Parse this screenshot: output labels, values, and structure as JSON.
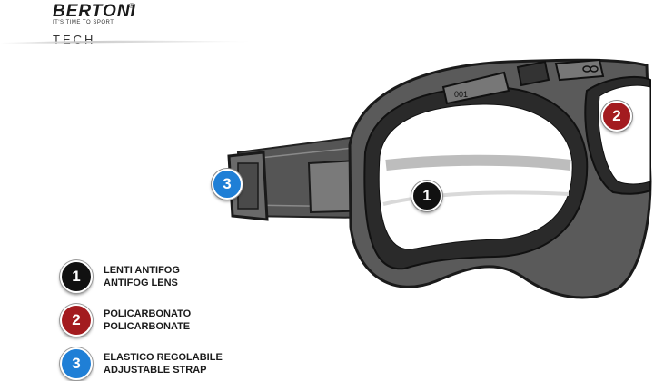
{
  "brand": {
    "name": "BERTONI",
    "reg": "®",
    "tagline": "IT'S TIME TO SPORT",
    "sub": "TECH"
  },
  "illustration": {
    "frame_text": "001"
  },
  "callouts": [
    {
      "number": "1",
      "color": "#111111"
    },
    {
      "number": "2",
      "color": "#a31b1f"
    },
    {
      "number": "3",
      "color": "#1f7fd6"
    }
  ],
  "legend": [
    {
      "number": "1",
      "color": "#111111",
      "line1": "LENTI ANTIFOG",
      "line2": "ANTIFOG LENS"
    },
    {
      "number": "2",
      "color": "#a31b1f",
      "line1": "POLICARBONATO",
      "line2": "POLICARBONATE"
    },
    {
      "number": "3",
      "color": "#1f7fd6",
      "line1": "ELASTICO REGOLABILE",
      "line2": "ADJUSTABLE STRAP"
    }
  ]
}
